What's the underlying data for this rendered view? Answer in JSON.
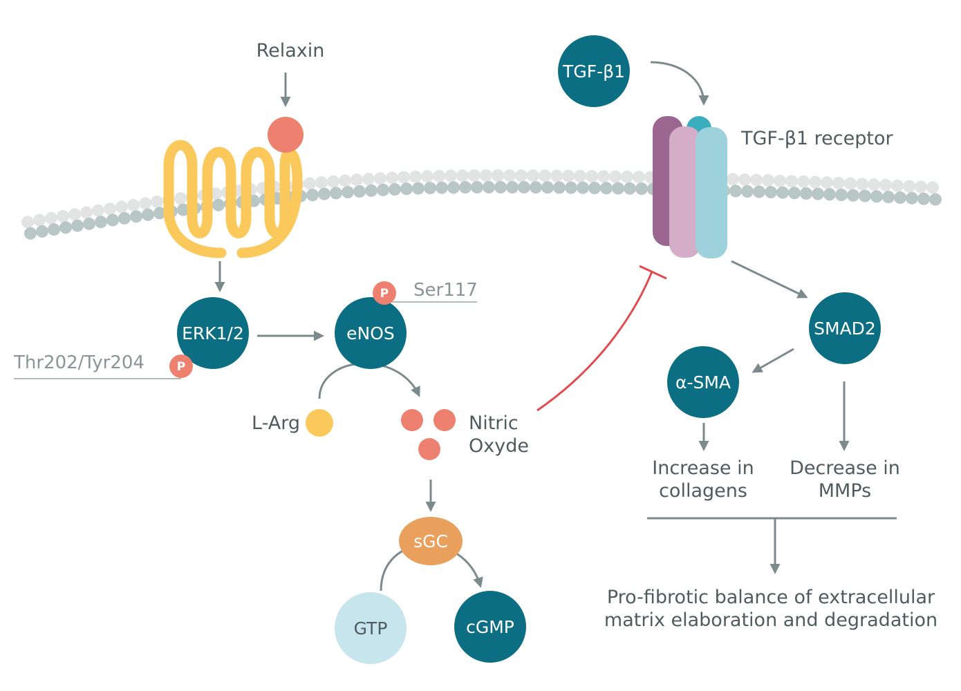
{
  "colors": {
    "node": "#0b6e82",
    "label": "#4f5b5d",
    "label_muted": "#8a9496",
    "arrow": "#7d8a8c",
    "inhibit": "#e04a4e",
    "salmon": "#ee8070",
    "yellow": "#fbc85c",
    "orange": "#e8a05c",
    "light_blue": "#c7e5ec",
    "membrane_top": "#e2e4e4",
    "membrane_bottom": "#b9c6c6",
    "receptor_purple": "#9b6690",
    "receptor_pink": "#d4aec8",
    "receptor_cyan": "#9dd1db",
    "receptor_cap": "#3aaebf"
  },
  "labels": {
    "relaxin": "Relaxin",
    "thr_tyr": "Thr202/Tyr204",
    "ser117": "Ser117",
    "l_arg": "L-Arg",
    "nitric": "Nitric",
    "oxyde": "Oxyde",
    "tgf_receptor": "TGF-β1 receptor",
    "increase_1": "Increase in",
    "increase_2": "collagens",
    "decrease_1": "Decrease in",
    "decrease_2": "MMPs",
    "balance_1": "Pro-fibrotic balance of extracellular",
    "balance_2": "matrix elaboration and degradation"
  },
  "nodes": {
    "erk": "ERK1/2",
    "enos": "eNOS",
    "tgf": "TGF-β1",
    "smad2": "SMAD2",
    "asma": "α-SMA",
    "sgc": "sGC",
    "gtp": "GTP",
    "cgmp": "cGMP"
  },
  "phospho": "P"
}
